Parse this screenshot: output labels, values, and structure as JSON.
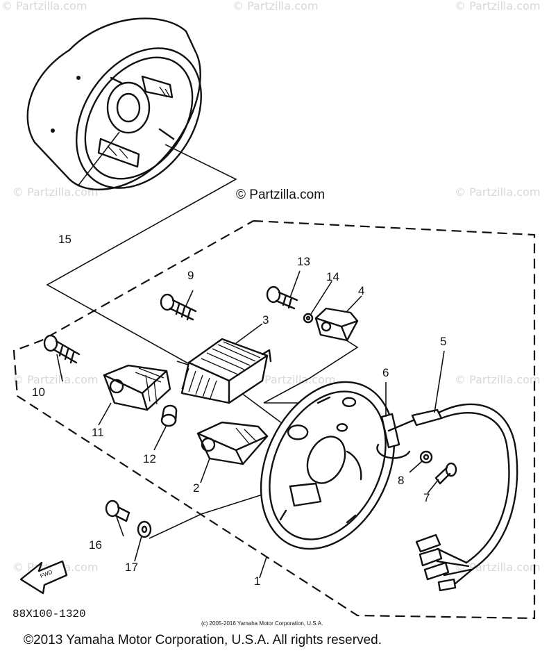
{
  "watermark": {
    "main": "© Partzilla.com",
    "faint": [
      "© Partzilla.com",
      "© Partzilla.com",
      "© Partzilla.com",
      "© Partzilla.com",
      "© Partzilla.com",
      "© Partzilla.com",
      "© Partzilla.com",
      "© Partzilla.com",
      "© Partzilla.com",
      "© Partzilla.com"
    ]
  },
  "callouts": {
    "c1": "1",
    "c2": "2",
    "c3": "3",
    "c4": "4",
    "c5": "5",
    "c6": "6",
    "c7": "7",
    "c8": "8",
    "c9": "9",
    "c10": "10",
    "c11": "11",
    "c12": "12",
    "c13": "13",
    "c14": "14",
    "c15": "15",
    "c16": "16",
    "c17": "17"
  },
  "fwd_label": "FWD",
  "diagram_code": "88X100-1320",
  "small_copyright": "(c) 2005-2016 Yamaha Motor Corporation, U.S.A.",
  "footer_copyright": "©2013 Yamaha Motor Corporation, U.S.A. All rights reserved."
}
